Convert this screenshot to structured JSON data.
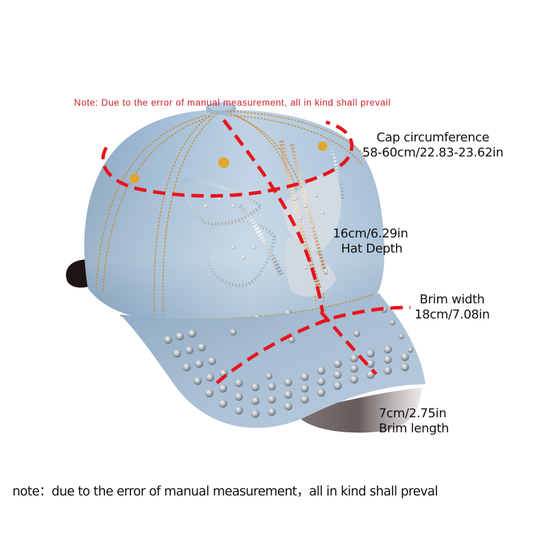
{
  "image": {
    "subject": "Light-wash denim baseball cap with rhinestone butterfly design and studded brim",
    "colors": {
      "denim_light": "#b9cde0",
      "denim_mid": "#8eaac4",
      "denim_shadow": "#6f8aa6",
      "stitching": "#c98a2e",
      "eyelet": "#e0a630",
      "rhinestone": "#d9dde2",
      "rhinestone_gold": "#d6b48e",
      "stud": "#9aa0a8",
      "strap": "#1e1414",
      "measure_line": "#e8141c",
      "note_red": "#d0202a",
      "text": "#111111",
      "background": "#ffffff"
    }
  },
  "top_note": "Note: Due to the error of manual measurement, all in kind shall prevail",
  "measurements": {
    "circumference": {
      "title": "Cap circumference",
      "value": "58-60cm/22.83-23.62in"
    },
    "depth": {
      "value": "16cm/6.29in",
      "title": "Hat Depth"
    },
    "brim_width": {
      "title": "Brim width",
      "value": "18cm/7.08in"
    },
    "brim_length": {
      "value": "7cm/2.75in",
      "title": "Brim length"
    }
  },
  "bottom_note": "note：due to the error of manual measurement，all in kind shall preval"
}
